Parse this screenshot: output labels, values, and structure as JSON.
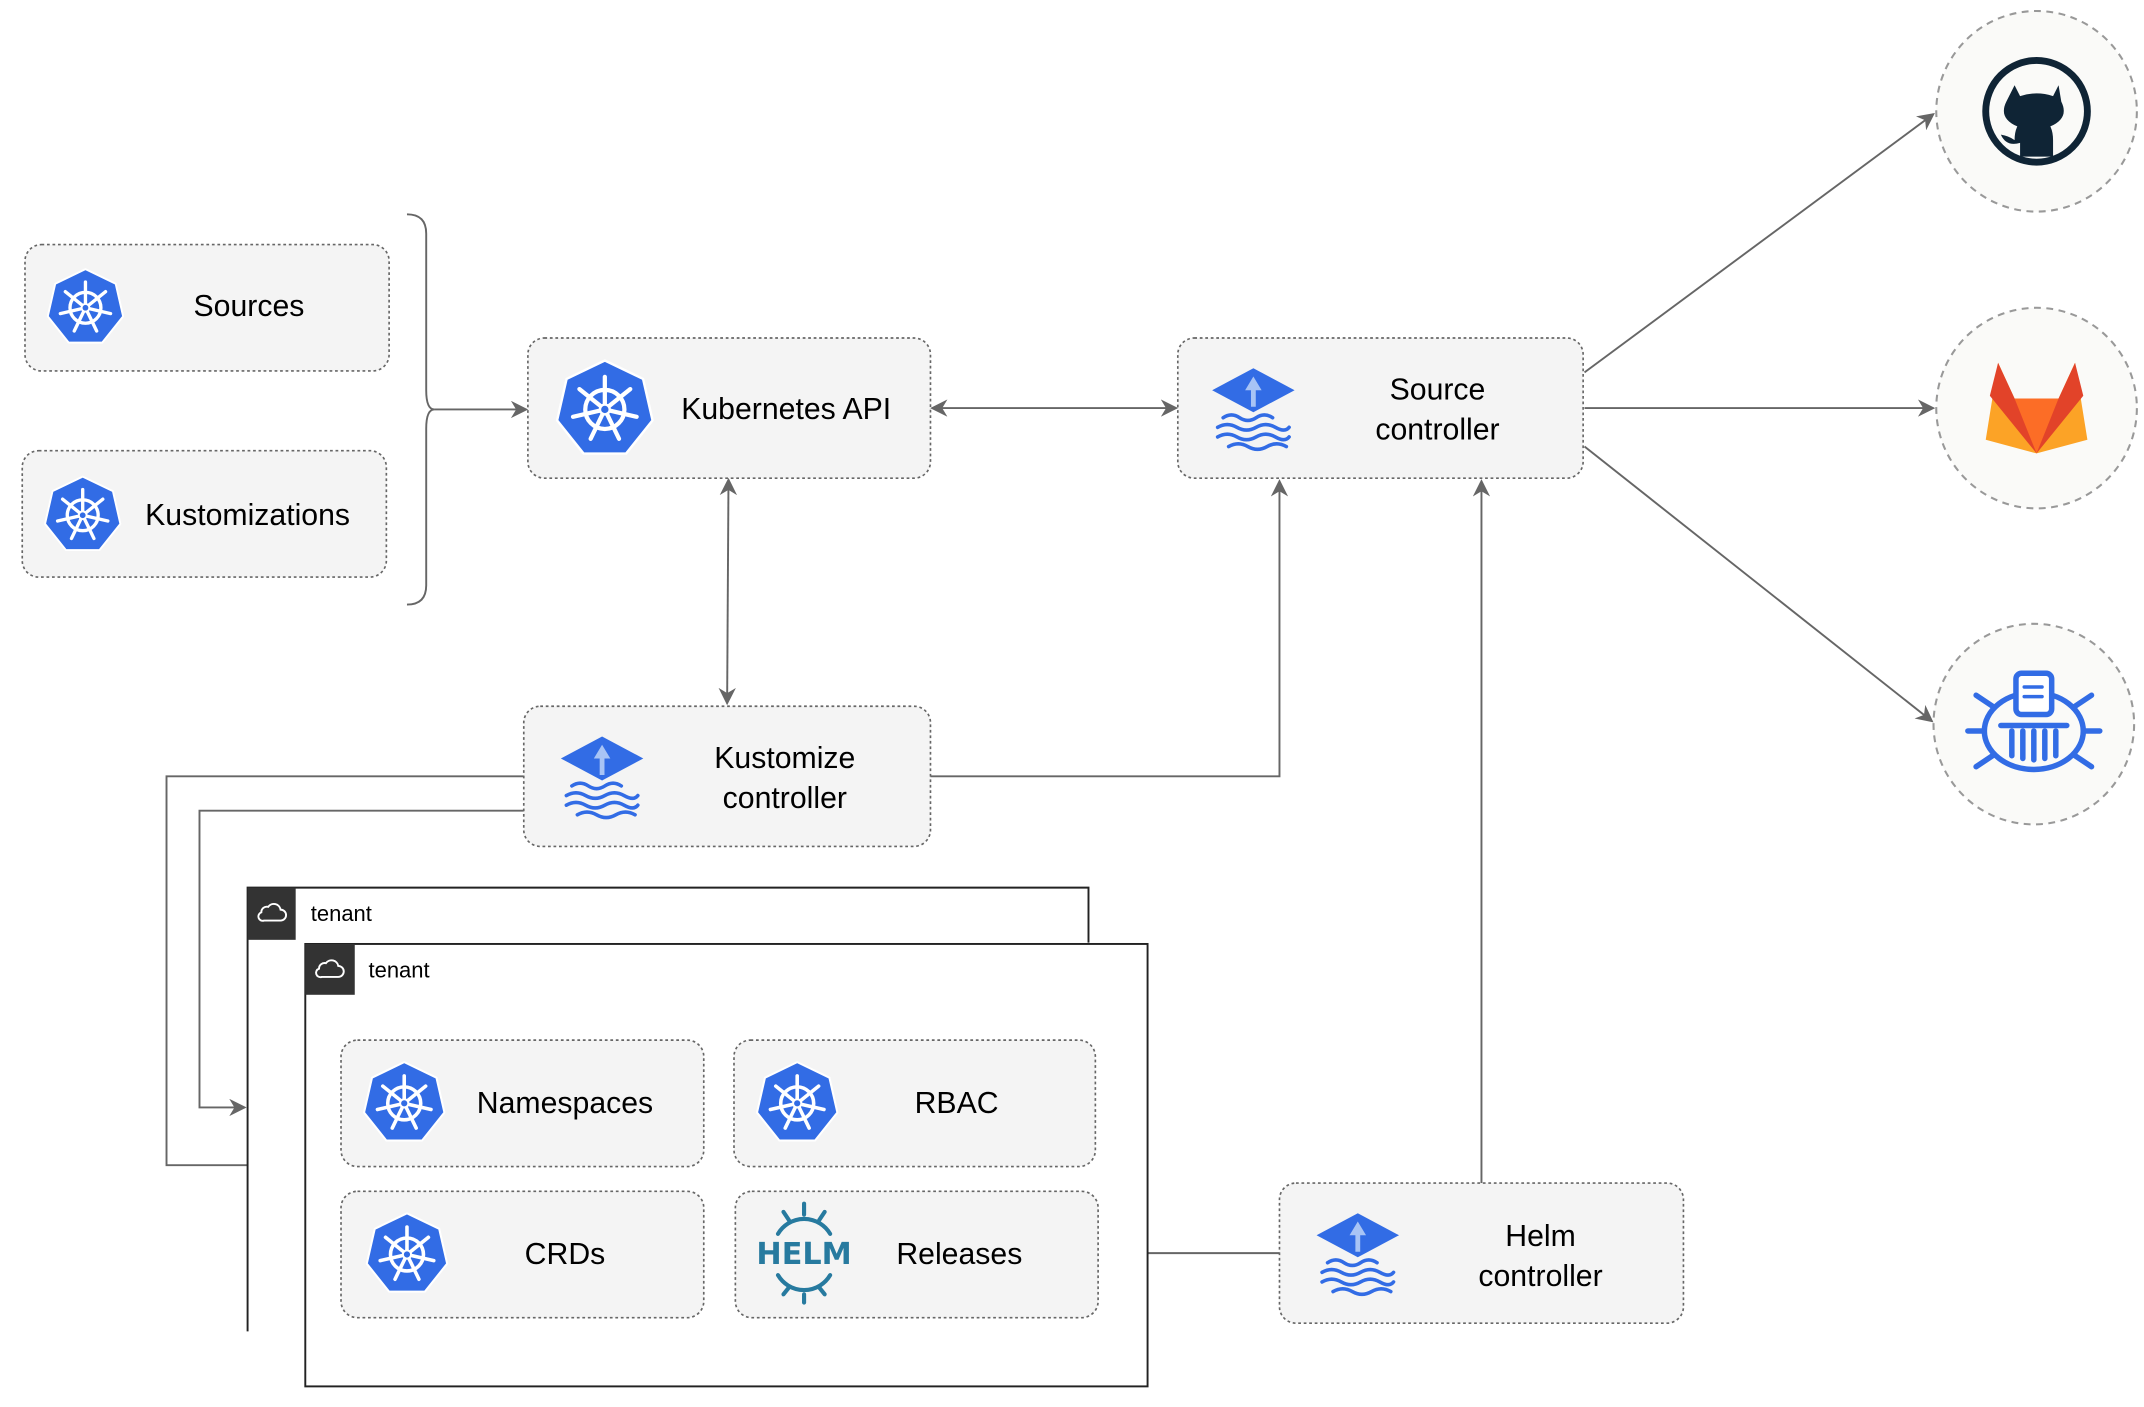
{
  "nodes": {
    "sources": "Sources",
    "kustomizations": "Kustomizations",
    "kubernetes_api": "Kubernetes API",
    "source_controller": [
      "Source",
      "controller"
    ],
    "kustomize_controller": [
      "Kustomize",
      "controller"
    ],
    "helm_controller": [
      "Helm",
      "controller"
    ],
    "tenant_back": "tenant",
    "tenant_front": "tenant",
    "namespaces": "Namespaces",
    "rbac": "RBAC",
    "crds": "CRDs",
    "releases": "Releases",
    "helm_logo_text": "HELM"
  },
  "external_sources": [
    {
      "icon": "github-icon"
    },
    {
      "icon": "gitlab-icon"
    },
    {
      "icon": "bucket-icon"
    }
  ],
  "colors": {
    "kubernetes_blue": "#326CE5",
    "edge": "#666666",
    "tenant_header": "#333333",
    "github": "#0F2435",
    "gitlab": "#E24329",
    "helm": "#277A9F"
  }
}
